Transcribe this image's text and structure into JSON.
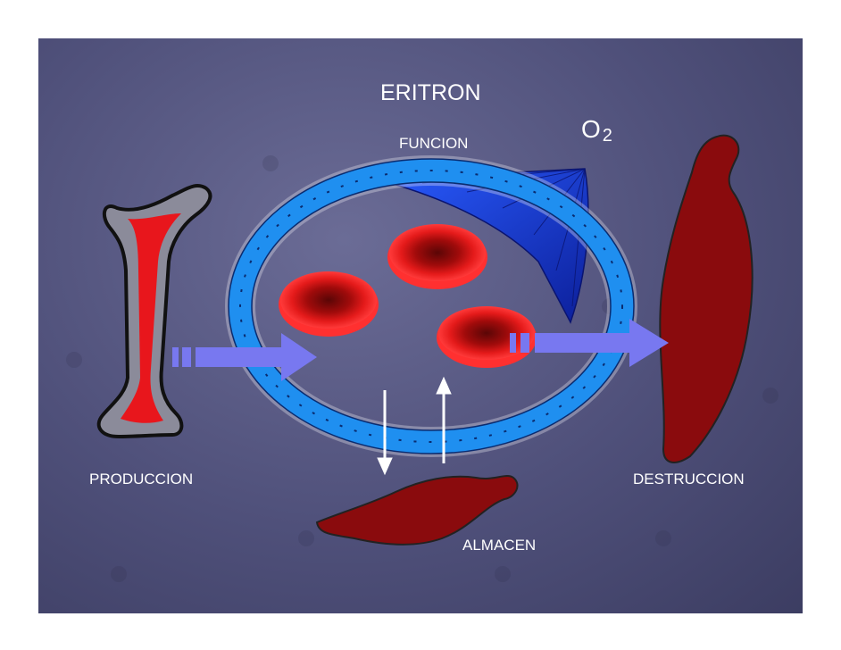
{
  "title": "ERITRON",
  "labels": {
    "funcion": "FUNCION",
    "oxygen_base": "O",
    "oxygen_sub": "2",
    "produccion": "PRODUCCION",
    "destruccion": "DESTRUCCION",
    "almacen": "ALMACEN"
  },
  "colors": {
    "background": "#55567f",
    "bone_fill": "#e8161c",
    "organ_fill": "#8a0b0d",
    "vessel_fill": "#1f8ff0",
    "lung_fill": "#1d3ed8",
    "arrow_fill": "#7878f0",
    "cell_fill": "#e01818"
  },
  "icons": [
    "bone-icon",
    "vessel-ring-icon",
    "red-blood-cell-icon",
    "spleen-icon",
    "liver-icon",
    "flow-arrow-icon"
  ]
}
